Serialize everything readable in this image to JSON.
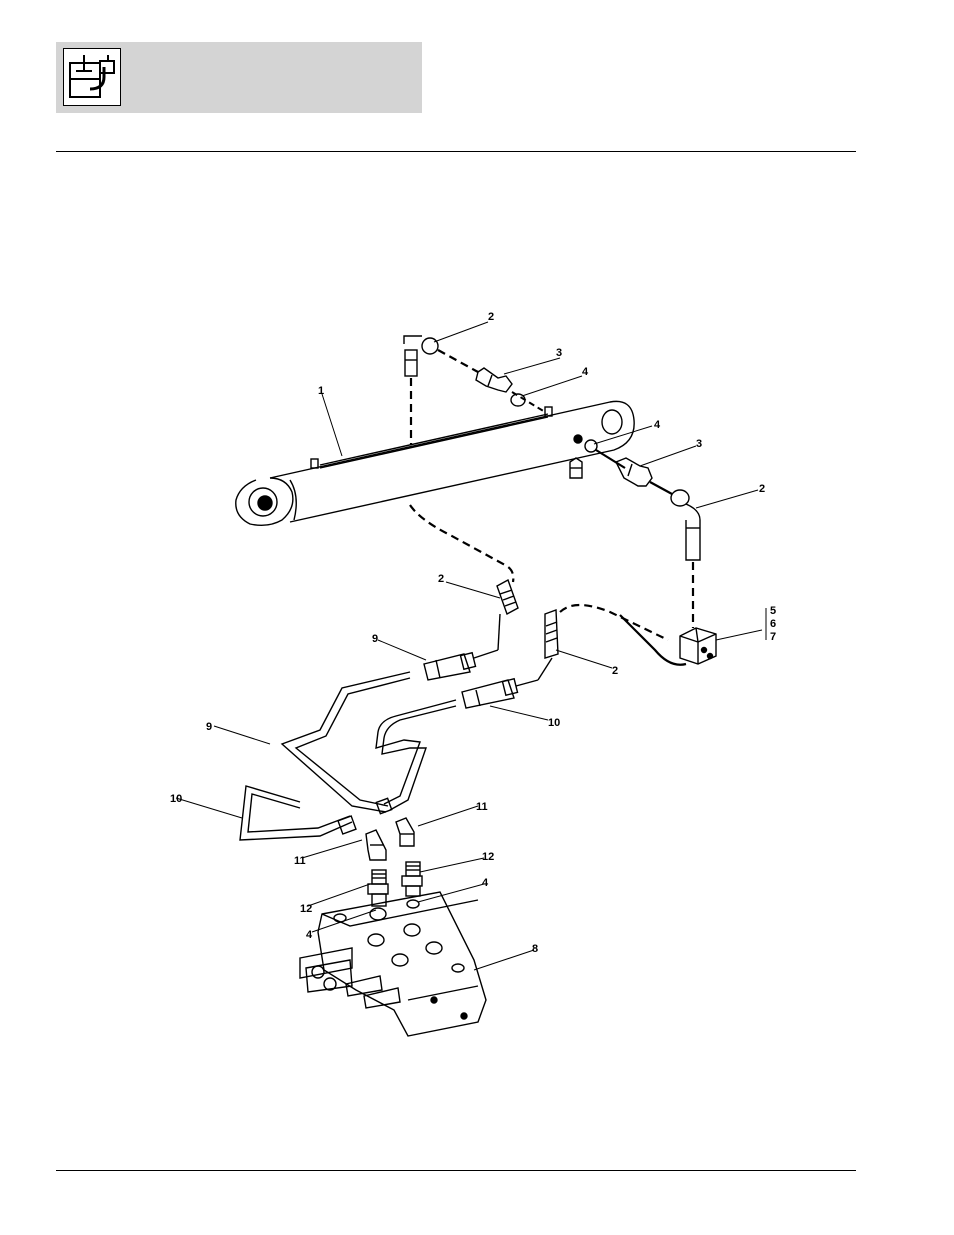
{
  "header": {
    "icon": "hydraulic-tank-icon",
    "background": "#d4d4d4"
  },
  "callouts": {
    "c1": "1",
    "c2": "2",
    "c3": "3",
    "c4": "4",
    "c5": "5",
    "c6": "6",
    "c7": "7",
    "c8": "8",
    "c9": "9",
    "c10": "10",
    "c11": "11",
    "c12": "12"
  }
}
